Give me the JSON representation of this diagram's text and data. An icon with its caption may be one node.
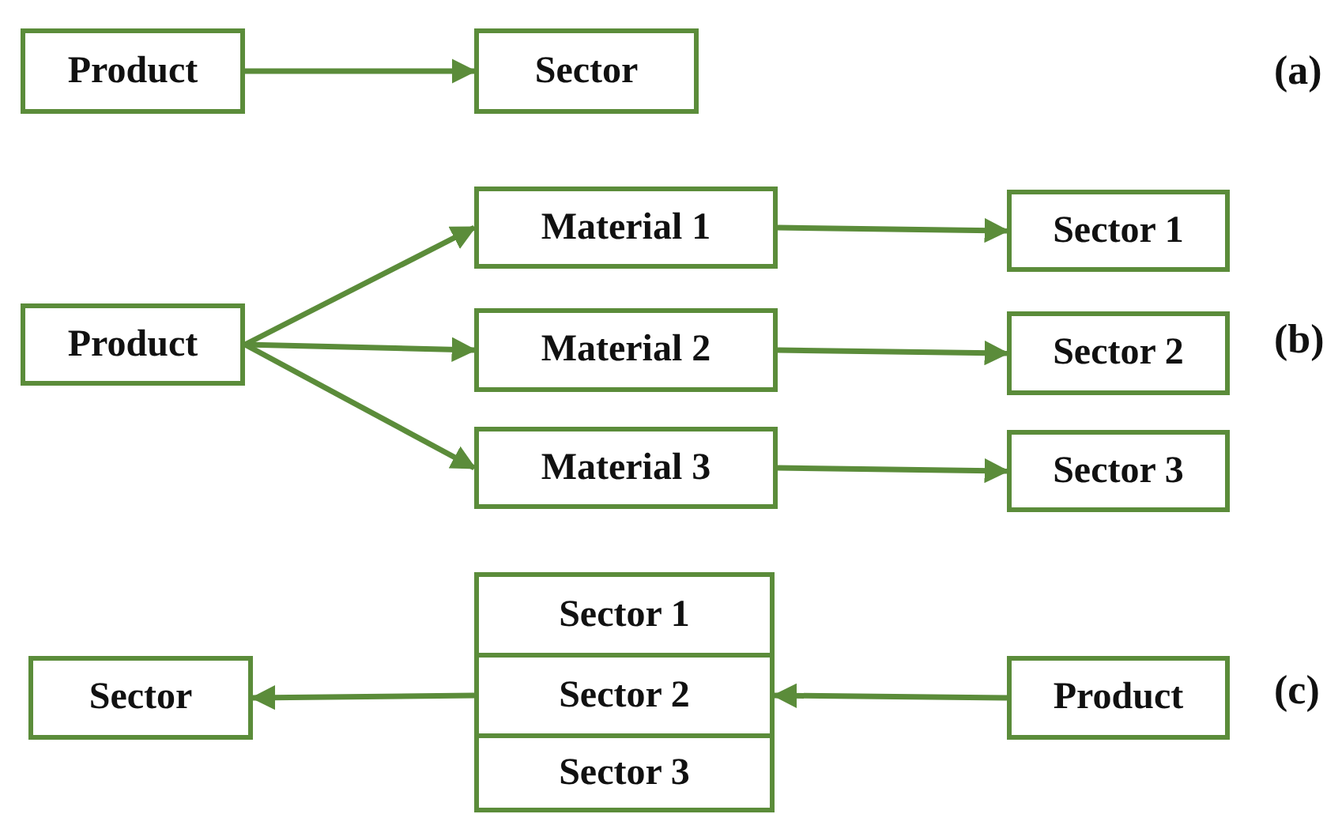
{
  "diagram": {
    "nodes": [
      {
        "text": [
          "Product"
        ]
      },
      {
        "text": [
          "Sector"
        ]
      },
      {
        "text": [
          "Product"
        ]
      },
      {
        "text": [
          "Material 1"
        ]
      },
      {
        "text": [
          "Material 2"
        ]
      },
      {
        "text": [
          "Material 3"
        ]
      },
      {
        "text": [
          "Sector 1"
        ]
      },
      {
        "text": [
          "Sector 2"
        ]
      },
      {
        "text": [
          "Sector 3"
        ]
      },
      {
        "text": [
          "Sector"
        ]
      },
      {
        "text": [
          "Sector 1"
        ]
      },
      {
        "text": [
          "Sector 2"
        ]
      },
      {
        "text": [
          "Sector 3"
        ]
      },
      {
        "text": [
          "Product"
        ]
      }
    ],
    "edges": [
      {
        "from": 0,
        "to": 1,
        "arrow": "to"
      },
      {
        "from": 2,
        "to": 3,
        "arrow": "to"
      },
      {
        "from": 2,
        "to": 4,
        "arrow": "to"
      },
      {
        "from": 2,
        "to": 5,
        "arrow": "to"
      },
      {
        "from": 3,
        "to": 6,
        "arrow": "to"
      },
      {
        "from": 4,
        "to": 7,
        "arrow": "to"
      },
      {
        "from": 5,
        "to": 8,
        "arrow": "to"
      },
      {
        "from": 13,
        "to": 11,
        "arrow": "to"
      },
      {
        "from": 11,
        "to": 9,
        "arrow": "to"
      }
    ],
    "labels": [
      "(a)",
      "(b)",
      "(c)"
    ]
  }
}
